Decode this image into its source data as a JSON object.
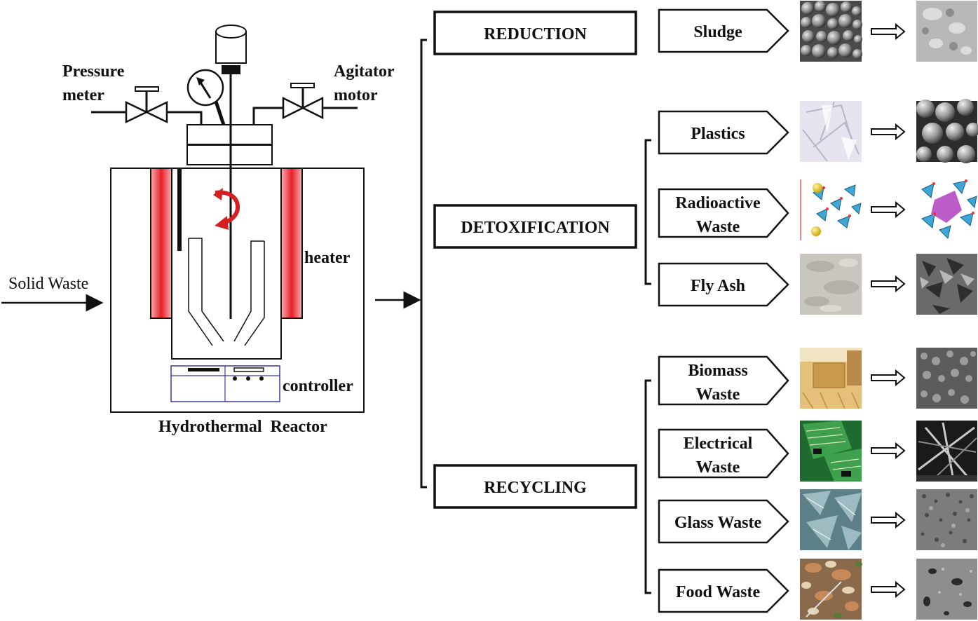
{
  "reactor": {
    "pressure_label_1": "Pressure",
    "pressure_label_2": "meter",
    "agitator_label_1": "Agitator",
    "agitator_label_2": "motor",
    "heater_label": "heater",
    "controller_label": "controller",
    "title": "Hydrothermal  Reactor",
    "input_label": "Solid Waste"
  },
  "categories": [
    {
      "label": "REDUCTION"
    },
    {
      "label": "DETOXIFICATION"
    },
    {
      "label": "RECYCLING"
    }
  ],
  "items": [
    {
      "line1": "Sludge",
      "line2": ""
    },
    {
      "line1": "Plastics",
      "line2": ""
    },
    {
      "line1": "Radioactive",
      "line2": "Waste"
    },
    {
      "line1": "Fly Ash",
      "line2": ""
    },
    {
      "line1": "Biomass",
      "line2": "Waste"
    },
    {
      "line1": "Electrical",
      "line2": "Waste"
    },
    {
      "line1": "Glass Waste",
      "line2": ""
    },
    {
      "line1": "Food Waste",
      "line2": ""
    }
  ],
  "colors": {
    "heater": "#e8202a",
    "rotation_arrow": "#d42020",
    "controller_border": "#3a3a9a"
  }
}
